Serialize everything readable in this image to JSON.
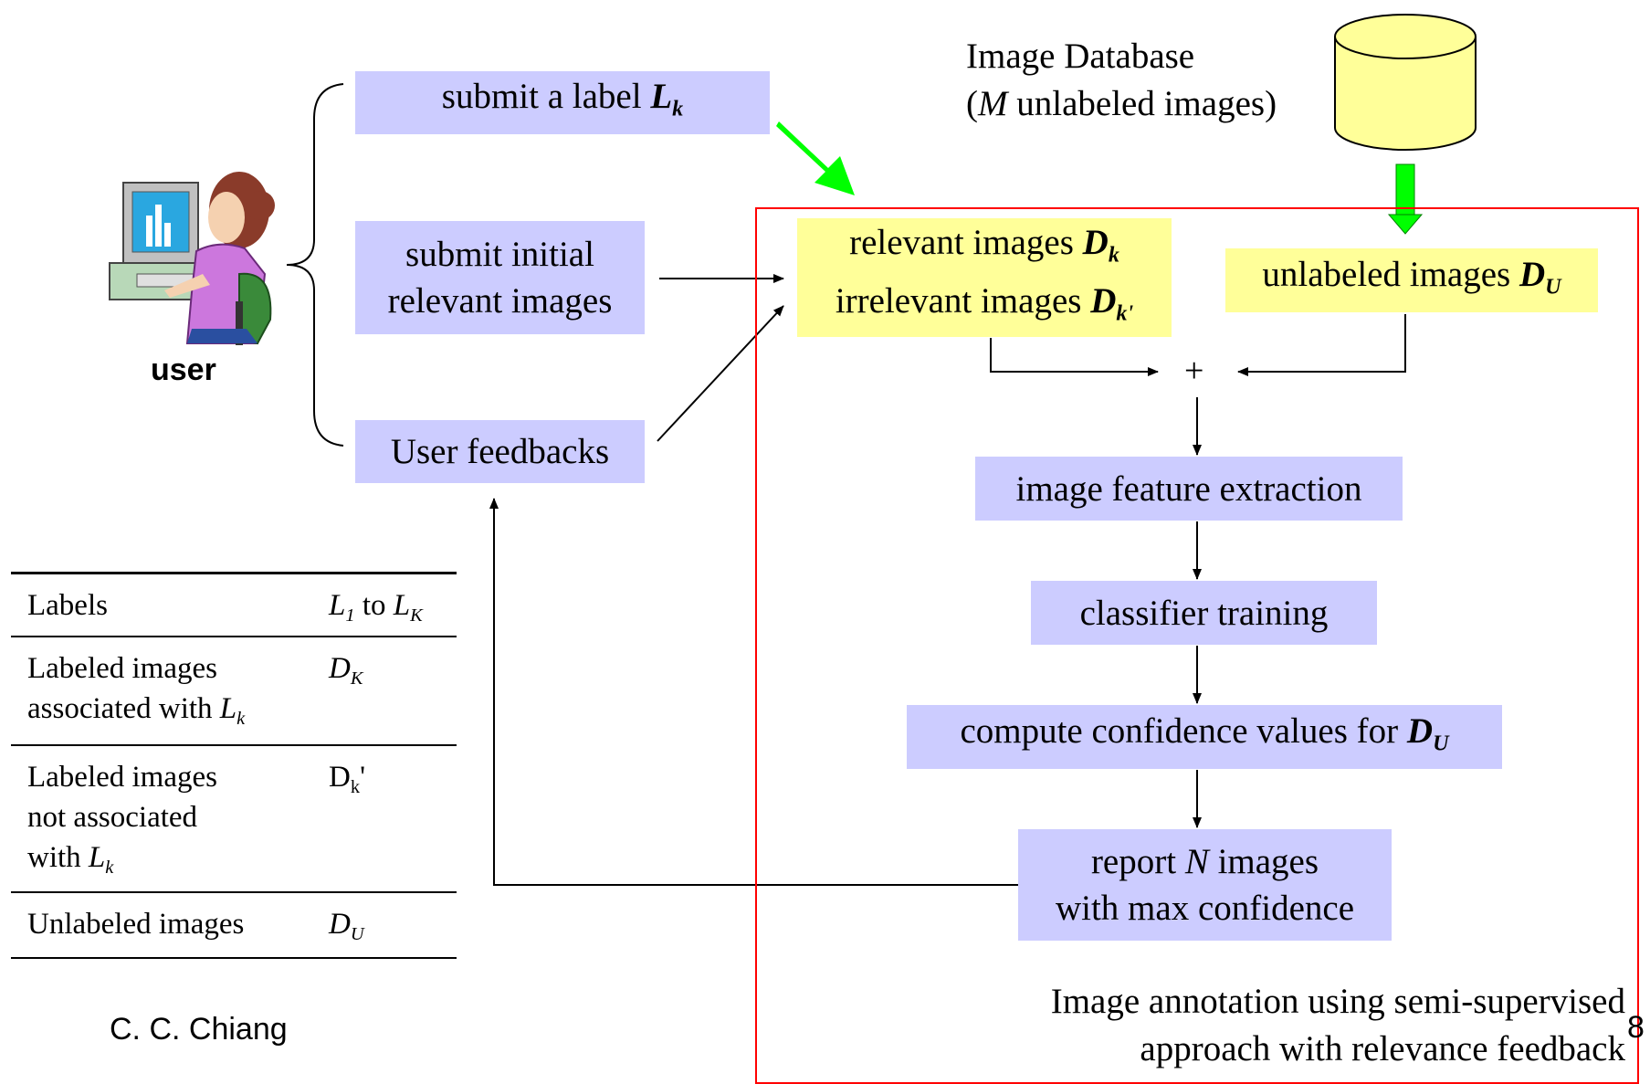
{
  "user": {
    "label": "user"
  },
  "left_steps": {
    "submit_label": {
      "text": "submit a label ",
      "var": "L",
      "sub": "k"
    },
    "submit_initial": {
      "line1": "submit initial",
      "line2": "relevant images"
    },
    "feedback": {
      "text": "User feedbacks"
    }
  },
  "database": {
    "line1": "Image Database",
    "line2_var": "M",
    "line2_rest": " unlabeled images)",
    "open_paren": "("
  },
  "relevant": {
    "line1_text": "relevant images ",
    "line1_var": "D",
    "line1_sub": "k",
    "line2_text": "irrelevant images ",
    "line2_var": "D",
    "line2_sub": "k'"
  },
  "unlabeled": {
    "text": "unlabeled images ",
    "var": "D",
    "sub": "U"
  },
  "plus": "+",
  "pipeline": {
    "feature": "image feature extraction",
    "classifier": "classifier training",
    "confidence": {
      "text": "compute confidence values for ",
      "var": "D",
      "sub": "U"
    },
    "report": {
      "pre": "report ",
      "var": "N",
      "post": " images",
      "line2": "with max confidence"
    }
  },
  "caption": {
    "line1": "Image annotation using semi-supervised",
    "line2": "approach with relevance feedback"
  },
  "legend": {
    "rows": [
      {
        "l1": "Labels",
        "v_pre": "",
        "v_var1": "L",
        "v_sub1": "1",
        "v_mid": " to ",
        "v_var2": "L",
        "v_sub2": "K"
      },
      {
        "l1": "Labeled images",
        "l2": "associated with ",
        "l2_var": "L",
        "l2_sub": "k",
        "v_var": "D",
        "v_sub": "K"
      },
      {
        "l1": "Labeled images",
        "l2": "not associated",
        "l3": "with ",
        "l3_var": "L",
        "l3_sub": "k",
        "v_plain": "D",
        "v_plain_sub": "k",
        "v_plain_post": "'"
      },
      {
        "l1": "Unlabeled images",
        "v_var": "D",
        "v_sub": "U"
      }
    ]
  },
  "author": "C. C. Chiang",
  "page_number": "8",
  "colors": {
    "box_lavender": "#ccccff",
    "box_yellow": "#ffff99",
    "frame_red": "#ff0000",
    "arrow_green": "#00ff00"
  }
}
